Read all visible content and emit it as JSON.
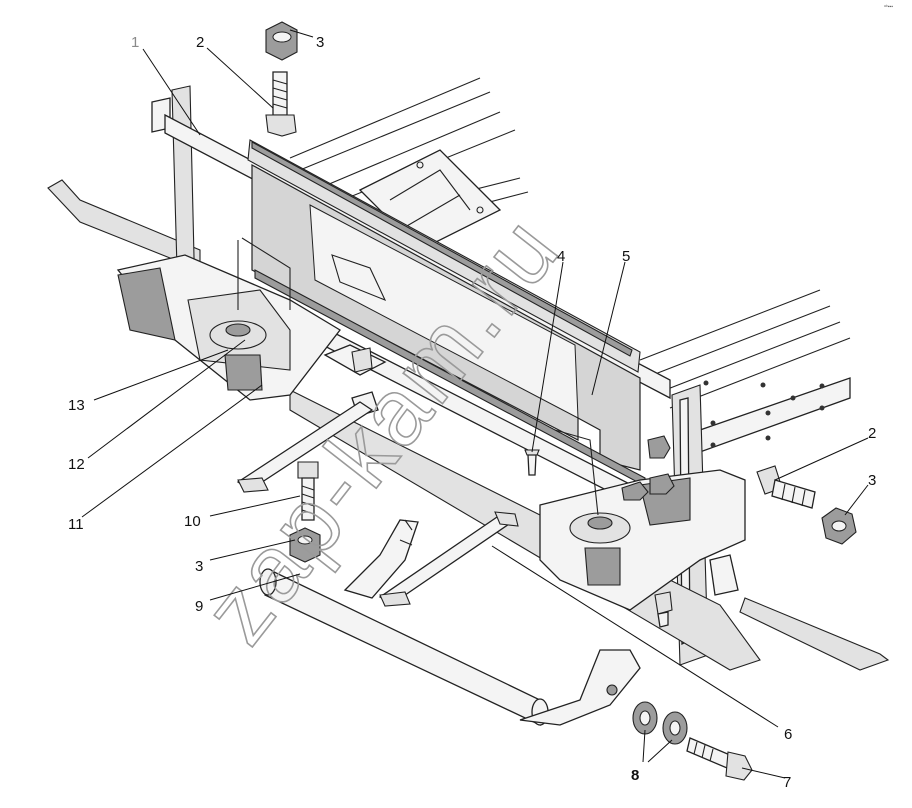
{
  "watermark": "zap-kam.ru",
  "corner_mark": "ᵃᵇ▪▪▪",
  "callouts": [
    {
      "id": "c1",
      "text": "1",
      "style": "gray"
    },
    {
      "id": "c2a",
      "text": "2",
      "style": "normal"
    },
    {
      "id": "c3a",
      "text": "3",
      "style": "normal"
    },
    {
      "id": "c4",
      "text": "4",
      "style": "normal"
    },
    {
      "id": "c5",
      "text": "5",
      "style": "normal"
    },
    {
      "id": "c2b",
      "text": "2",
      "style": "normal"
    },
    {
      "id": "c3b",
      "text": "3",
      "style": "normal"
    },
    {
      "id": "c13",
      "text": "13",
      "style": "normal"
    },
    {
      "id": "c12",
      "text": "12",
      "style": "normal"
    },
    {
      "id": "c11",
      "text": "11",
      "style": "normal"
    },
    {
      "id": "c10",
      "text": "10",
      "style": "normal"
    },
    {
      "id": "c3c",
      "text": "3",
      "style": "normal"
    },
    {
      "id": "c9",
      "text": "9",
      "style": "normal"
    },
    {
      "id": "c6",
      "text": "6",
      "style": "normal"
    },
    {
      "id": "c8",
      "text": "8",
      "style": "bold"
    },
    {
      "id": "c7",
      "text": "7",
      "style": "normal"
    }
  ]
}
